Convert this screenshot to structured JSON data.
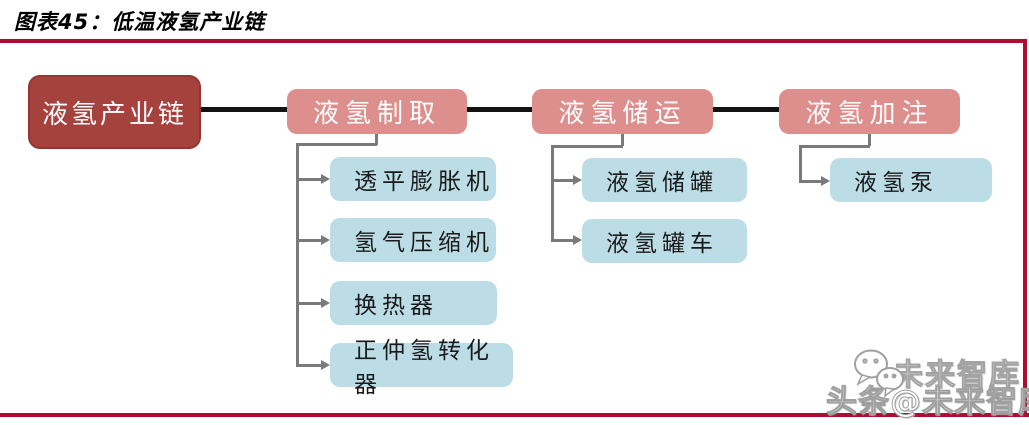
{
  "figure": {
    "title": "图表45：低温液氢产业链"
  },
  "diagram": {
    "root": {
      "label": "液氢产业链"
    },
    "branches": [
      {
        "label": "液氢制取",
        "children": [
          {
            "label": "透平膨胀机"
          },
          {
            "label": "氢气压缩机"
          },
          {
            "label": "换热器"
          },
          {
            "label": "正仲氢转化器"
          }
        ]
      },
      {
        "label": "液氢储运",
        "children": [
          {
            "label": "液氢储罐"
          },
          {
            "label": "液氢罐车"
          }
        ]
      },
      {
        "label": "液氢加注",
        "children": [
          {
            "label": "液氢泵"
          }
        ]
      }
    ]
  },
  "watermark": {
    "main_text": "头条@未来智库",
    "ghost_text": "未来智库",
    "icon": "chat-bubbles-icon"
  },
  "colors": {
    "accent_rule_red": "#B00B31",
    "root_box_red": "#A5423E",
    "stage_box_pink": "#DC8F8C",
    "leaf_box_blue": "#BCDDE6",
    "main_connector_black": "#121212",
    "tree_connector_gray": "#7A7A7A"
  }
}
